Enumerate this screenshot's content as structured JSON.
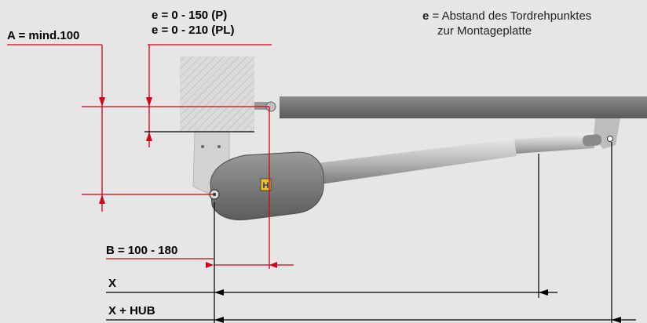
{
  "labels": {
    "e_p": "e = 0 - 150 (P)",
    "e_pl": "e = 0 - 210 (PL)",
    "a": "A = mind.100",
    "b": "B = 100 - 180",
    "x": "X",
    "x_hub": "X + HUB"
  },
  "legend": {
    "symbol": "e",
    "equals": " = ",
    "text_line1": "Abstand des Tordrehpunktes",
    "text_line2": "zur Montageplatte"
  },
  "actuator": {
    "logo": "H"
  },
  "colors": {
    "background": "#e6e6e6",
    "dimension_red": "#d0021b",
    "dimension_black": "#000000",
    "gate": "#6e6e6e",
    "post": "#d8d8d8",
    "motor_body": "#7d7d7d",
    "piston": "#c8c8c8"
  }
}
